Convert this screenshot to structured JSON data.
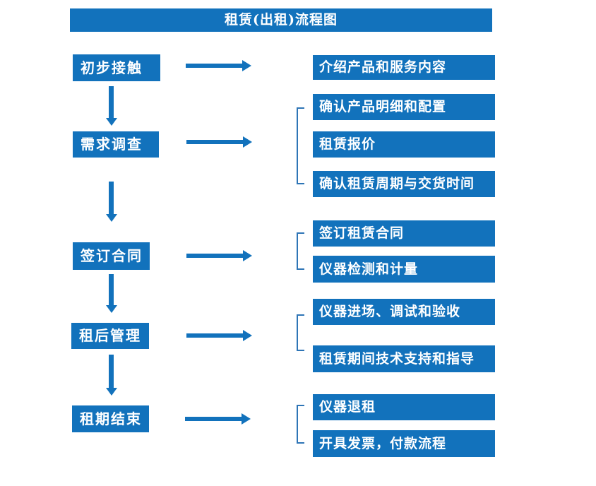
{
  "title": "租赁(出租)流程图",
  "colors": {
    "primary": "#1272BC",
    "bracket": "#2E75B6",
    "text": "#FFFFFF",
    "background": "#FFFFFF"
  },
  "stages": [
    {
      "label": "初步接触",
      "details": [
        "介绍产品和服务内容"
      ]
    },
    {
      "label": "需求调查",
      "details": [
        "确认产品明细和配置",
        "租赁报价",
        "确认租赁周期与交货时间"
      ]
    },
    {
      "label": "签订合同",
      "details": [
        "签订租赁合同",
        "仪器检测和计量"
      ]
    },
    {
      "label": "租后管理",
      "details": [
        "仪器进场、调试和验收",
        "租赁期间技术支持和指导"
      ]
    },
    {
      "label": "租期结束",
      "details": [
        "仪器退租",
        "开具发票，付款流程"
      ]
    }
  ]
}
